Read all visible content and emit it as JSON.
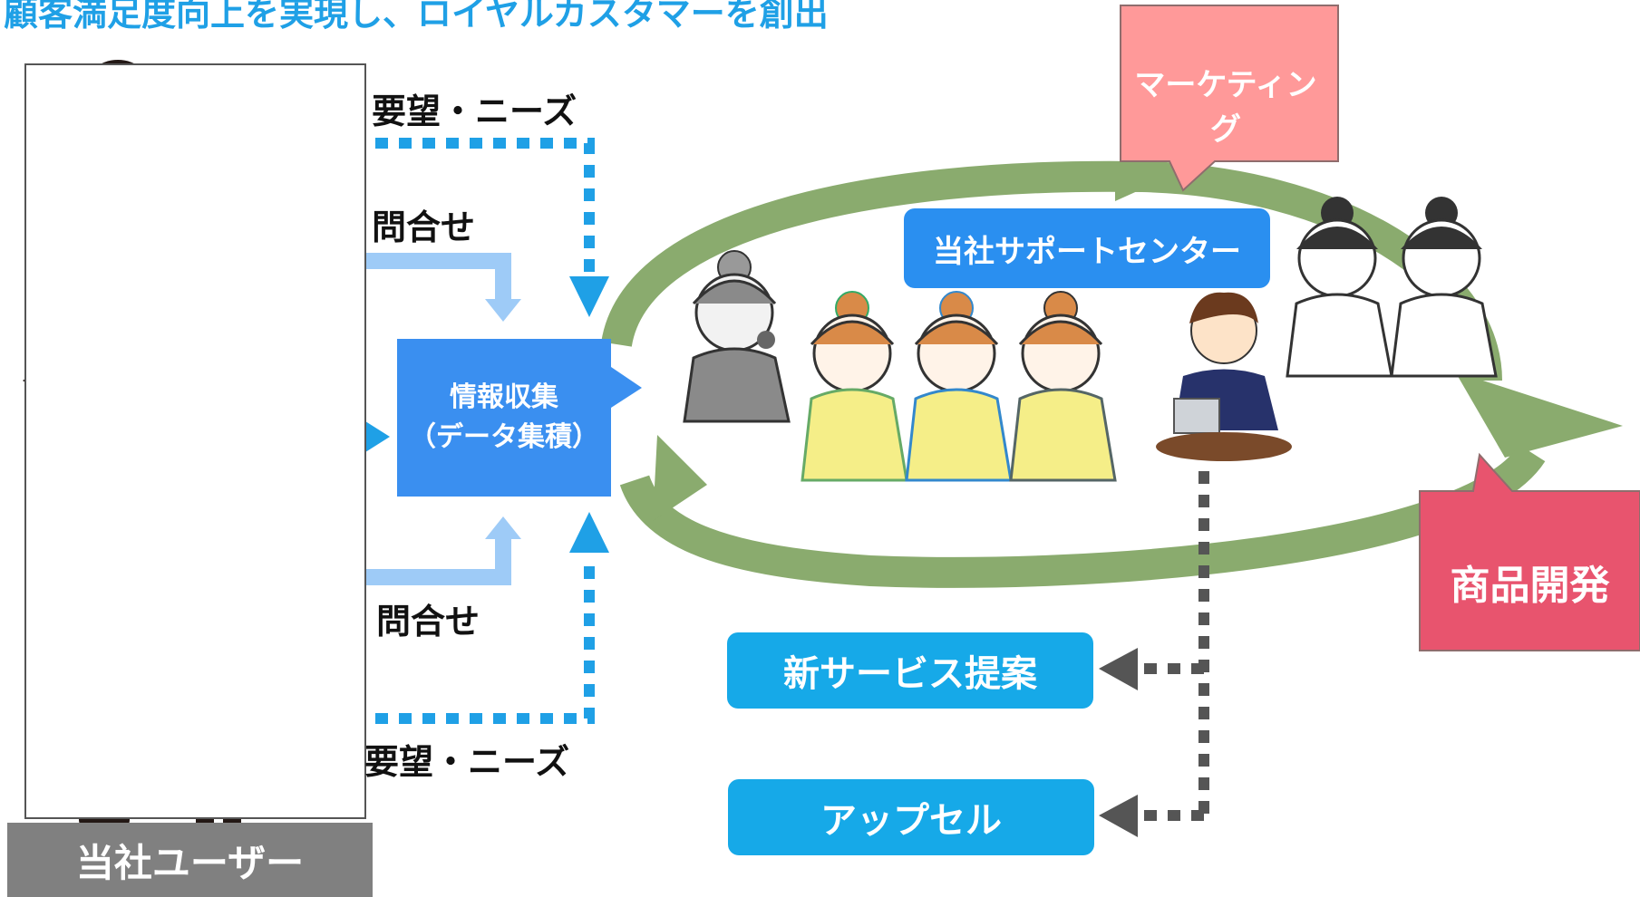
{
  "title": "顧客満足度向上を実現し、ロイヤルカスタマーを創出",
  "labels": {
    "needs_top": "要望・ニーズ",
    "inquiry_top": "問合せ",
    "inquiry_bottom": "問合せ",
    "needs_bottom": "要望・ニーズ"
  },
  "users_label": "当社ユーザー",
  "info_box": {
    "line1": "情報収集",
    "line2": "（データ集積）"
  },
  "support_center": "当社サポートセンター",
  "marketing": "マーケティング",
  "product_dev": "商品開発",
  "new_service": "新サービス提案",
  "upsell": "アップセル",
  "colors": {
    "title": "#1fa0e6",
    "info_box": "#3a8ff0",
    "light_arrow": "#9ecbf7",
    "blue_arrow": "#1fa0e6",
    "cycle": "#8aab6e",
    "marketing": "#ff9999",
    "product_dev": "#e8546e",
    "users_label": "#808080",
    "service_box": "#16a9e8"
  },
  "icons": [
    "person-silhouette-icon",
    "operator-woman-icon",
    "businessman-laptop-icon"
  ]
}
